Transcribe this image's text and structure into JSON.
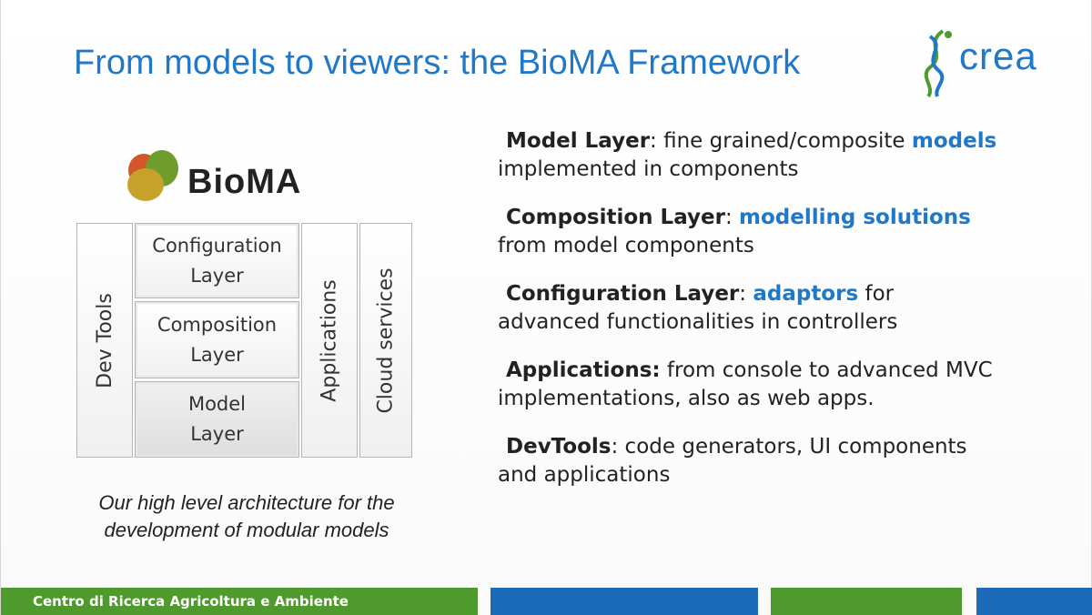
{
  "slide": {
    "title": "From models to viewers: the BioMA Framework",
    "logos": {
      "crea_text": "crea",
      "bioma_text": "BioMA"
    },
    "diagram": {
      "dev_tools": "Dev Tools",
      "configuration_layer_l1": "Configuration",
      "configuration_layer_l2": "Layer",
      "composition_layer_l1": "Composition",
      "composition_layer_l2": "Layer",
      "model_layer_l1": "Model",
      "model_layer_l2": "Layer",
      "applications": "Applications",
      "cloud_services": "Cloud services"
    },
    "caption_line1": "Our high level architecture for the",
    "caption_line2": "development of modular models",
    "points": [
      {
        "term": "Model Layer",
        "sep": ": fine grained/composite ",
        "highlight": "models",
        "rest": "implemented in components"
      },
      {
        "term": "Composition Layer",
        "sep": ": ",
        "highlight": "modelling solutions",
        "rest": "from model components"
      },
      {
        "term": "Configuration Layer",
        "sep": ": ",
        "highlight": "adaptors",
        "after": " for",
        "rest": "advanced functionalities in controllers"
      },
      {
        "term": "Applications:",
        "sep": " from console to advanced MVC",
        "rest": "implementations, also as web apps."
      },
      {
        "term": "DevTools",
        "sep": ": code generators, UI components",
        "rest": "and applications"
      }
    ],
    "footer_text": "Centro di Ricerca Agricoltura e Ambiente",
    "colors": {
      "title_blue": "#1f78c8",
      "footer_green": "#4f9a2d",
      "footer_blue": "#1c6bb8"
    }
  }
}
